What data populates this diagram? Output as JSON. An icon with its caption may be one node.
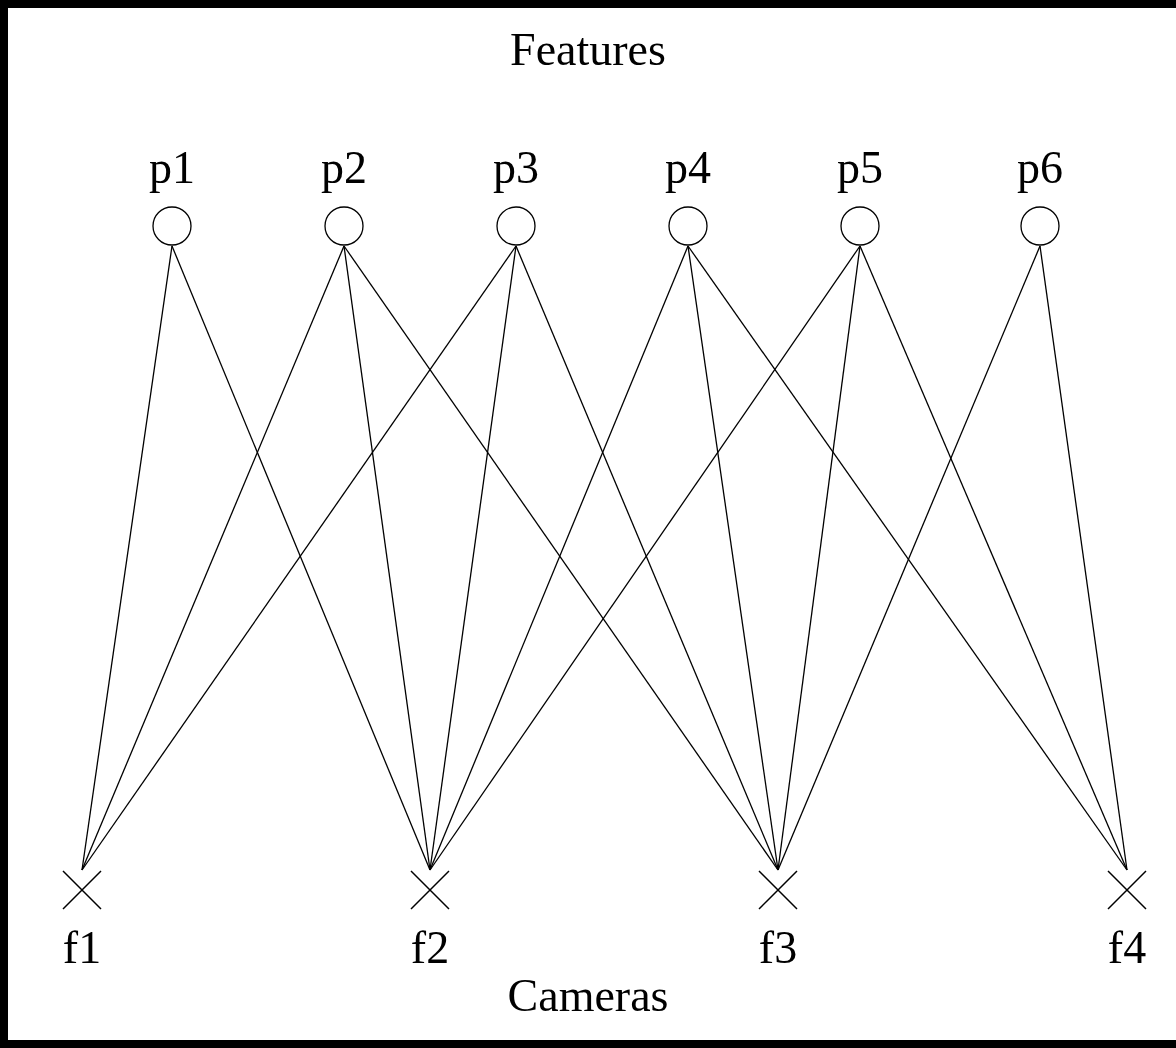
{
  "diagram": {
    "nodes": [
      {
        "text": [
          "p1"
        ]
      },
      {
        "text": [
          "p2"
        ]
      },
      {
        "text": [
          "p3"
        ]
      },
      {
        "text": [
          "p4"
        ]
      },
      {
        "text": [
          "p5"
        ]
      },
      {
        "text": [
          "p6"
        ]
      },
      {
        "text": [
          "f1"
        ]
      },
      {
        "text": [
          "f2"
        ]
      },
      {
        "text": [
          "f3"
        ]
      },
      {
        "text": [
          "f4"
        ]
      }
    ],
    "edges": [
      {
        "from": 0,
        "to": 6,
        "arrow": "none"
      },
      {
        "from": 0,
        "to": 7,
        "arrow": "none"
      },
      {
        "from": 1,
        "to": 6,
        "arrow": "none"
      },
      {
        "from": 1,
        "to": 7,
        "arrow": "none"
      },
      {
        "from": 1,
        "to": 8,
        "arrow": "none"
      },
      {
        "from": 2,
        "to": 6,
        "arrow": "none"
      },
      {
        "from": 2,
        "to": 7,
        "arrow": "none"
      },
      {
        "from": 2,
        "to": 8,
        "arrow": "none"
      },
      {
        "from": 3,
        "to": 7,
        "arrow": "none"
      },
      {
        "from": 3,
        "to": 8,
        "arrow": "none"
      },
      {
        "from": 3,
        "to": 9,
        "arrow": "none"
      },
      {
        "from": 4,
        "to": 7,
        "arrow": "none"
      },
      {
        "from": 4,
        "to": 8,
        "arrow": "none"
      },
      {
        "from": 4,
        "to": 9,
        "arrow": "none"
      },
      {
        "from": 5,
        "to": 8,
        "arrow": "none"
      },
      {
        "from": 5,
        "to": 9,
        "arrow": "none"
      }
    ],
    "labels": [
      "Features",
      "Cameras"
    ]
  }
}
